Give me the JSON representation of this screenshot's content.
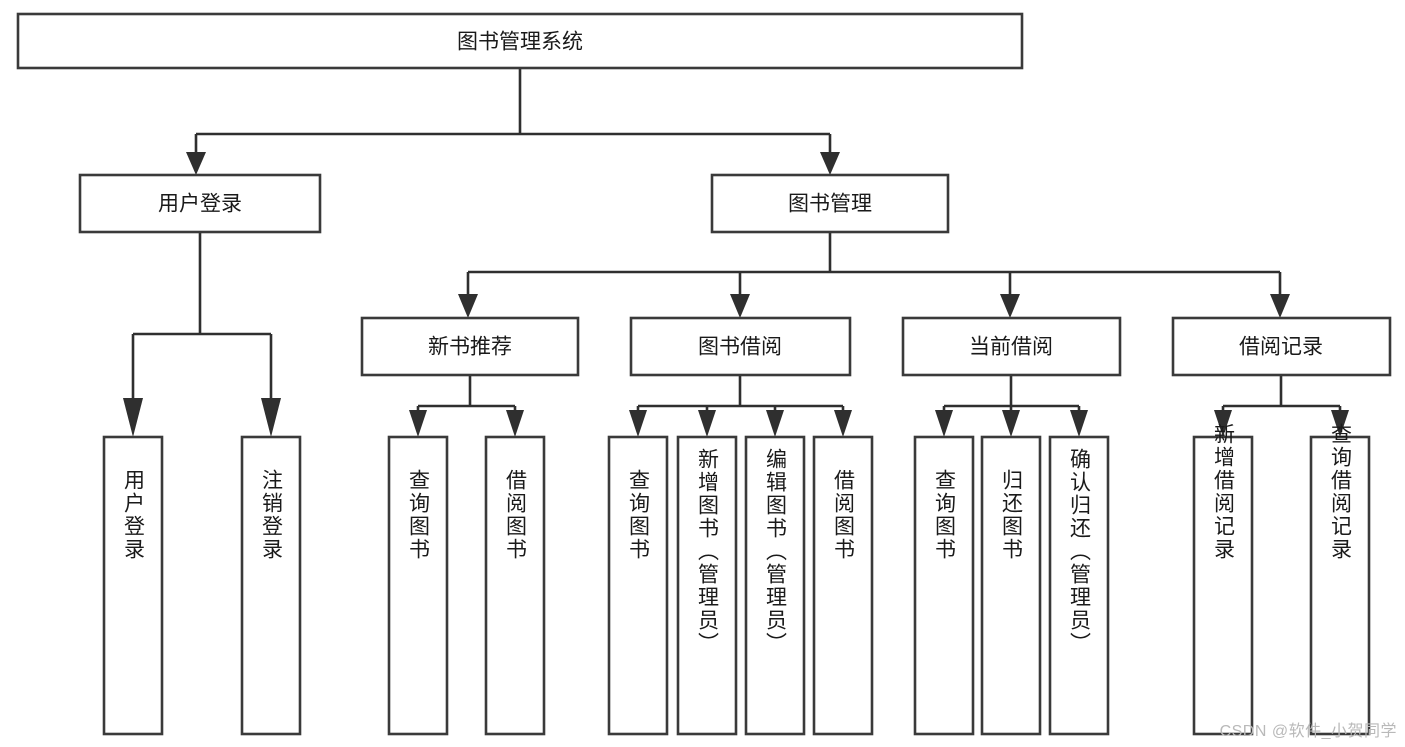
{
  "diagram": {
    "type": "tree-hierarchy-function-chart",
    "title": "图书管理系统",
    "watermark": "CSDN @软件_小贺同学",
    "colors": {
      "background": "#ffffff",
      "box_stroke": "#3a3a3a",
      "connector": "#2f2f2f",
      "text": "#1a1a1a",
      "watermark": "#b9b9b9"
    },
    "root": {
      "label": "图书管理系统",
      "orientation": "horizontal"
    },
    "level2": [
      {
        "label": "用户登录",
        "orientation": "horizontal"
      },
      {
        "label": "图书管理",
        "orientation": "horizontal"
      }
    ],
    "level3": [
      {
        "label": "新书推荐",
        "orientation": "horizontal"
      },
      {
        "label": "图书借阅",
        "orientation": "horizontal"
      },
      {
        "label": "当前借阅",
        "orientation": "horizontal"
      },
      {
        "label": "借阅记录",
        "orientation": "horizontal"
      }
    ],
    "leaves": {
      "user_login": [
        {
          "label": "用户登录",
          "orientation": "vertical"
        },
        {
          "label": "注销登录",
          "orientation": "vertical"
        }
      ],
      "new_book_recommend": [
        {
          "label": "查询图书",
          "orientation": "vertical"
        },
        {
          "label": "借阅图书",
          "orientation": "vertical"
        }
      ],
      "book_borrow": [
        {
          "label": "查询图书",
          "orientation": "vertical"
        },
        {
          "label": "新增图书（管理员）",
          "orientation": "vertical"
        },
        {
          "label": "编辑图书（管理员）",
          "orientation": "vertical"
        },
        {
          "label": "借阅图书",
          "orientation": "vertical"
        }
      ],
      "current_borrow": [
        {
          "label": "查询图书",
          "orientation": "vertical"
        },
        {
          "label": "归还图书",
          "orientation": "vertical"
        },
        {
          "label": "确认归还（管理员）",
          "orientation": "vertical"
        }
      ],
      "borrow_record": [
        {
          "label": "新增借阅记录",
          "orientation": "vertical"
        },
        {
          "label": "查询借阅记录",
          "orientation": "vertical"
        }
      ]
    }
  }
}
